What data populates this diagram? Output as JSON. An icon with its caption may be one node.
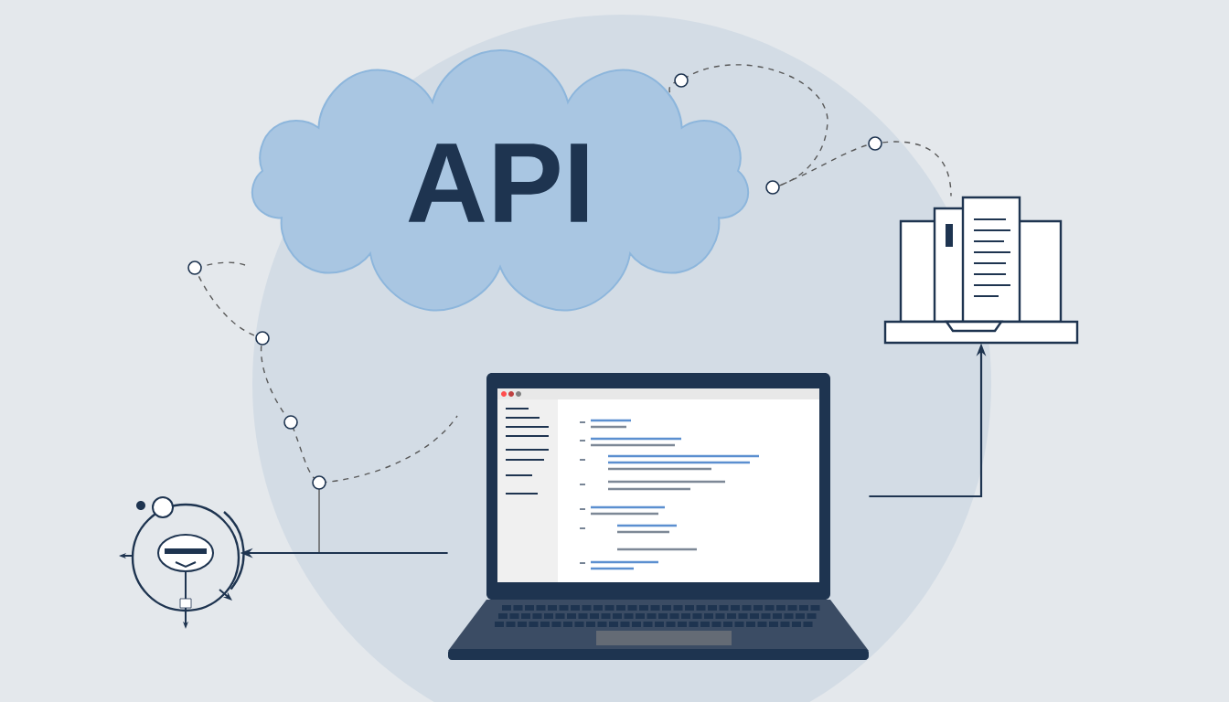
{
  "diagram": {
    "nodes": [
      {
        "text": [
          "API"
        ]
      },
      {
        "text": [],
        "shape": "picture"
      },
      {
        "text": [],
        "shape": "picture"
      },
      {
        "text": [],
        "shape": "picture"
      }
    ],
    "edges": [
      {
        "from": 1,
        "to": 3,
        "arrow": "to"
      },
      {
        "from": 1,
        "to": 2,
        "arrow": "to"
      },
      {
        "from": 0,
        "to": 2,
        "arrow": "none",
        "style": "dashed"
      }
    ]
  }
}
